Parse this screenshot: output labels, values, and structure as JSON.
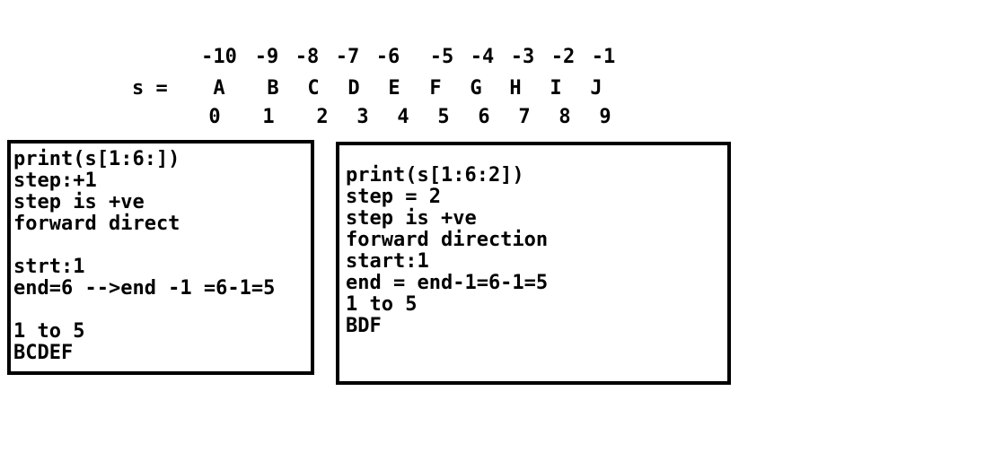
{
  "diagram": {
    "variable_label": "s =",
    "negative_indices": [
      "-10",
      "-9",
      "-8",
      "-7",
      "-6",
      "-5",
      "-4",
      "-3",
      "-2",
      "-1"
    ],
    "characters": [
      "A",
      "B",
      "C",
      "D",
      "E",
      "F",
      "G",
      "H",
      "I",
      "J"
    ],
    "positive_indices": [
      "0",
      "1",
      "2",
      "3",
      "4",
      "5",
      "6",
      "7",
      "8",
      "9"
    ]
  },
  "left_box": {
    "lines": [
      "print(s[1:6:])",
      "step:+1",
      "step is +ve",
      "forward direct",
      "",
      "strt:1",
      "end=6 -->end -1 =6-1=5",
      "",
      "1 to 5",
      "BCDEF"
    ]
  },
  "right_box": {
    "lines": [
      "print(s[1:6:2])",
      "step = 2",
      "step is +ve",
      "forward direction",
      "start:1",
      "end = end-1=6-1=5",
      "1 to 5",
      "BDF"
    ]
  }
}
